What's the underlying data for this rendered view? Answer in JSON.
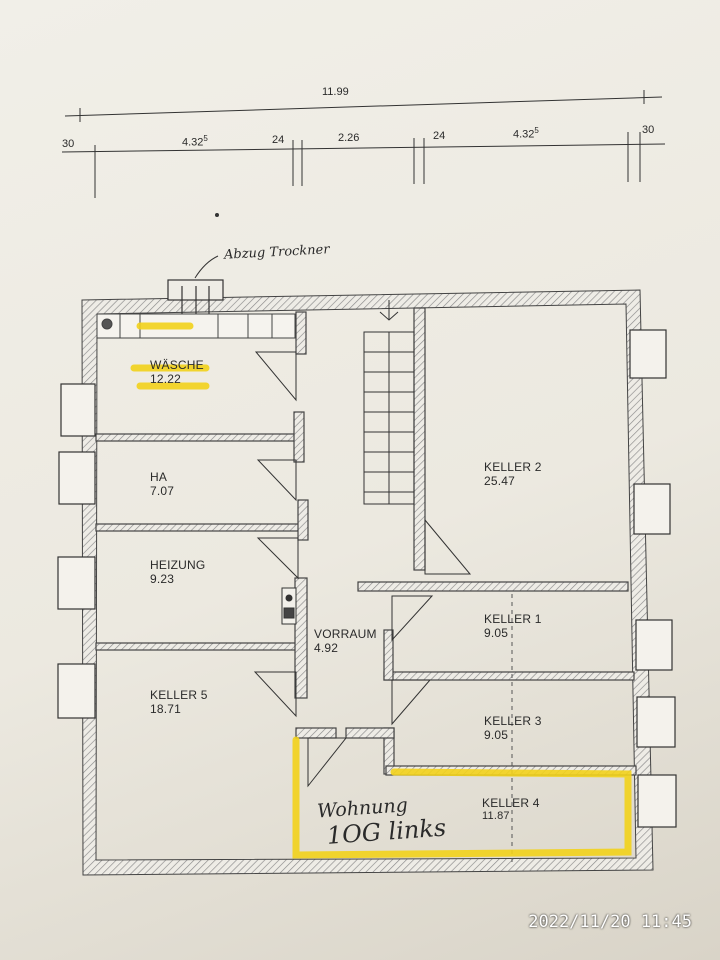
{
  "dimensions": {
    "total": "11.99",
    "segments": [
      "30",
      "4.32",
      "5",
      "24",
      "2.26",
      "24",
      "4.32",
      "5",
      "30"
    ]
  },
  "annotation_exhaust": "Abzug Trockner",
  "rooms": {
    "waesche": {
      "name": "WÄSCHE",
      "area": "12.22"
    },
    "ha": {
      "name": "HA",
      "area": "7.07"
    },
    "heizung": {
      "name": "HEIZUNG",
      "area": "9.23"
    },
    "keller5": {
      "name": "KELLER 5",
      "area": "18.71"
    },
    "vorraum": {
      "name": "VORRAUM",
      "area": "4.92"
    },
    "keller2": {
      "name": "KELLER 2",
      "area": "25.47"
    },
    "keller1": {
      "name": "KELLER 1",
      "area": "9.05"
    },
    "keller3": {
      "name": "KELLER 3",
      "area": "9.05"
    },
    "keller4": {
      "name": "KELLER 4",
      "area": "11.87"
    }
  },
  "handnote": {
    "line1": "Wohnung",
    "line2": "1OG links"
  },
  "timestamp": "2022/11/20 11:45",
  "colors": {
    "highlight": "#f2d21b",
    "ink": "#2a2a2a",
    "hatch": "#8a8a8a"
  }
}
